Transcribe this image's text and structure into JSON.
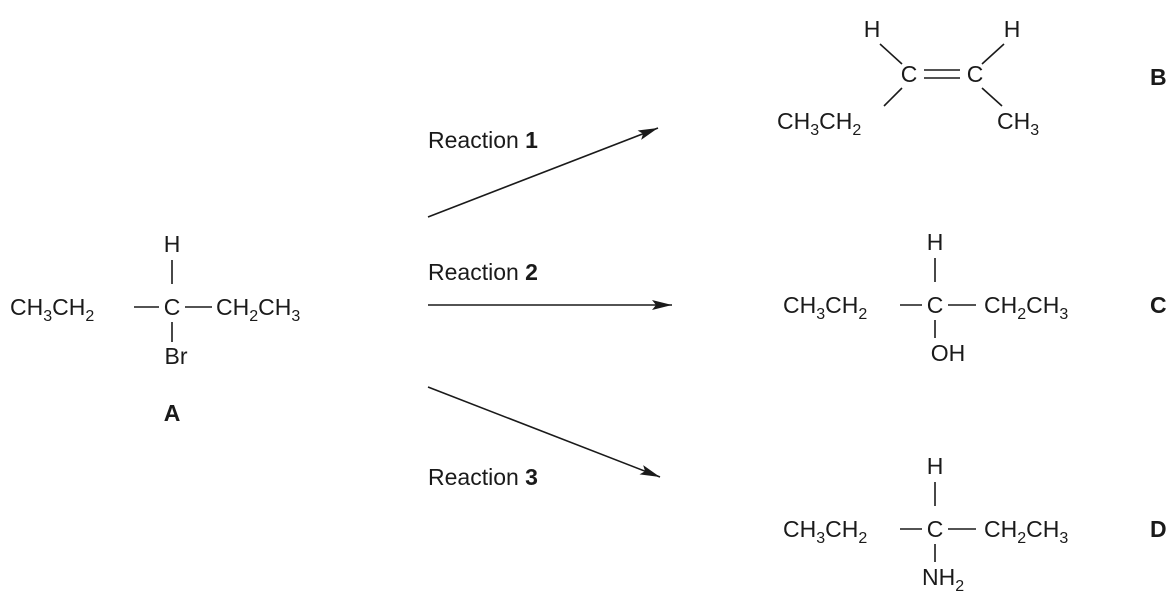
{
  "molecules": {
    "A": {
      "label": "A",
      "left": [
        "CH",
        "3",
        "CH",
        "2"
      ],
      "right": [
        "CH",
        "2",
        "CH",
        "3"
      ],
      "center": "C",
      "top": "H",
      "bottom": "Br"
    },
    "B": {
      "label": "B",
      "h_left": "H",
      "h_right": "H",
      "c_left": "C",
      "c_right": "C",
      "sub_left": [
        "CH",
        "3",
        "CH",
        "2"
      ],
      "sub_right": [
        "CH",
        "3"
      ]
    },
    "C": {
      "label": "C",
      "left": [
        "CH",
        "3",
        "CH",
        "2"
      ],
      "right": [
        "CH",
        "2",
        "CH",
        "3"
      ],
      "center": "C",
      "top": "H",
      "bottom": "OH"
    },
    "D": {
      "label": "D",
      "left": [
        "CH",
        "3",
        "CH",
        "2"
      ],
      "right": [
        "CH",
        "2",
        "CH",
        "3"
      ],
      "center": "C",
      "top": "H",
      "bottom": [
        "NH",
        "2"
      ]
    }
  },
  "reactions": [
    {
      "prefix": "Reaction ",
      "number": "1"
    },
    {
      "prefix": "Reaction ",
      "number": "2"
    },
    {
      "prefix": "Reaction ",
      "number": "3"
    }
  ]
}
